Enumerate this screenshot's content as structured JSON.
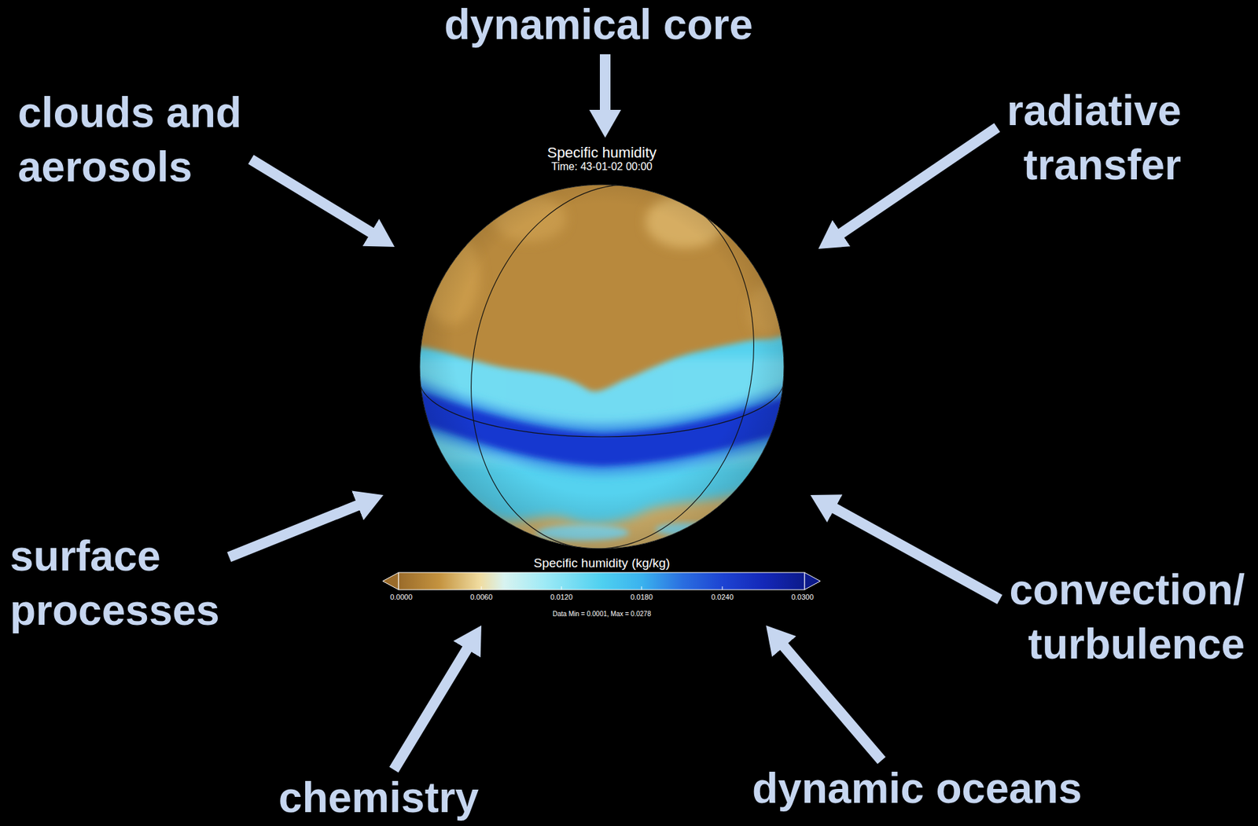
{
  "diagram": {
    "nodes": [
      {
        "text": [
          "dynamical core"
        ]
      },
      {
        "text": [
          "clouds and aerosols"
        ]
      },
      {
        "text": [
          "radiative transfer"
        ]
      },
      {
        "text": [
          "surface processes"
        ]
      },
      {
        "text": [
          "Specific humidity",
          "Time: 43-01-02 00:00"
        ]
      },
      {
        "text": [
          "convection/ turbulence"
        ]
      },
      {
        "text": [
          "chemistry"
        ]
      },
      {
        "text": [
          "dynamic oceans"
        ]
      }
    ],
    "edges": [
      {
        "from": 0,
        "to": 4,
        "arrow": "to"
      },
      {
        "from": 1,
        "to": 4,
        "arrow": "to"
      },
      {
        "from": 2,
        "to": 4,
        "arrow": "to"
      },
      {
        "from": 3,
        "to": 4,
        "arrow": "to"
      },
      {
        "from": 5,
        "to": 4,
        "arrow": "to"
      },
      {
        "from": 6,
        "to": 4,
        "arrow": "to"
      },
      {
        "from": 7,
        "to": 4,
        "arrow": "to"
      }
    ],
    "labels": [
      "Specific humidity (kg/kg)",
      "0.0000",
      "0.0060",
      "0.0120",
      "0.0180",
      "0.0240",
      "0.0300",
      "Data Min = 0.0001, Max = 0.0278"
    ]
  }
}
